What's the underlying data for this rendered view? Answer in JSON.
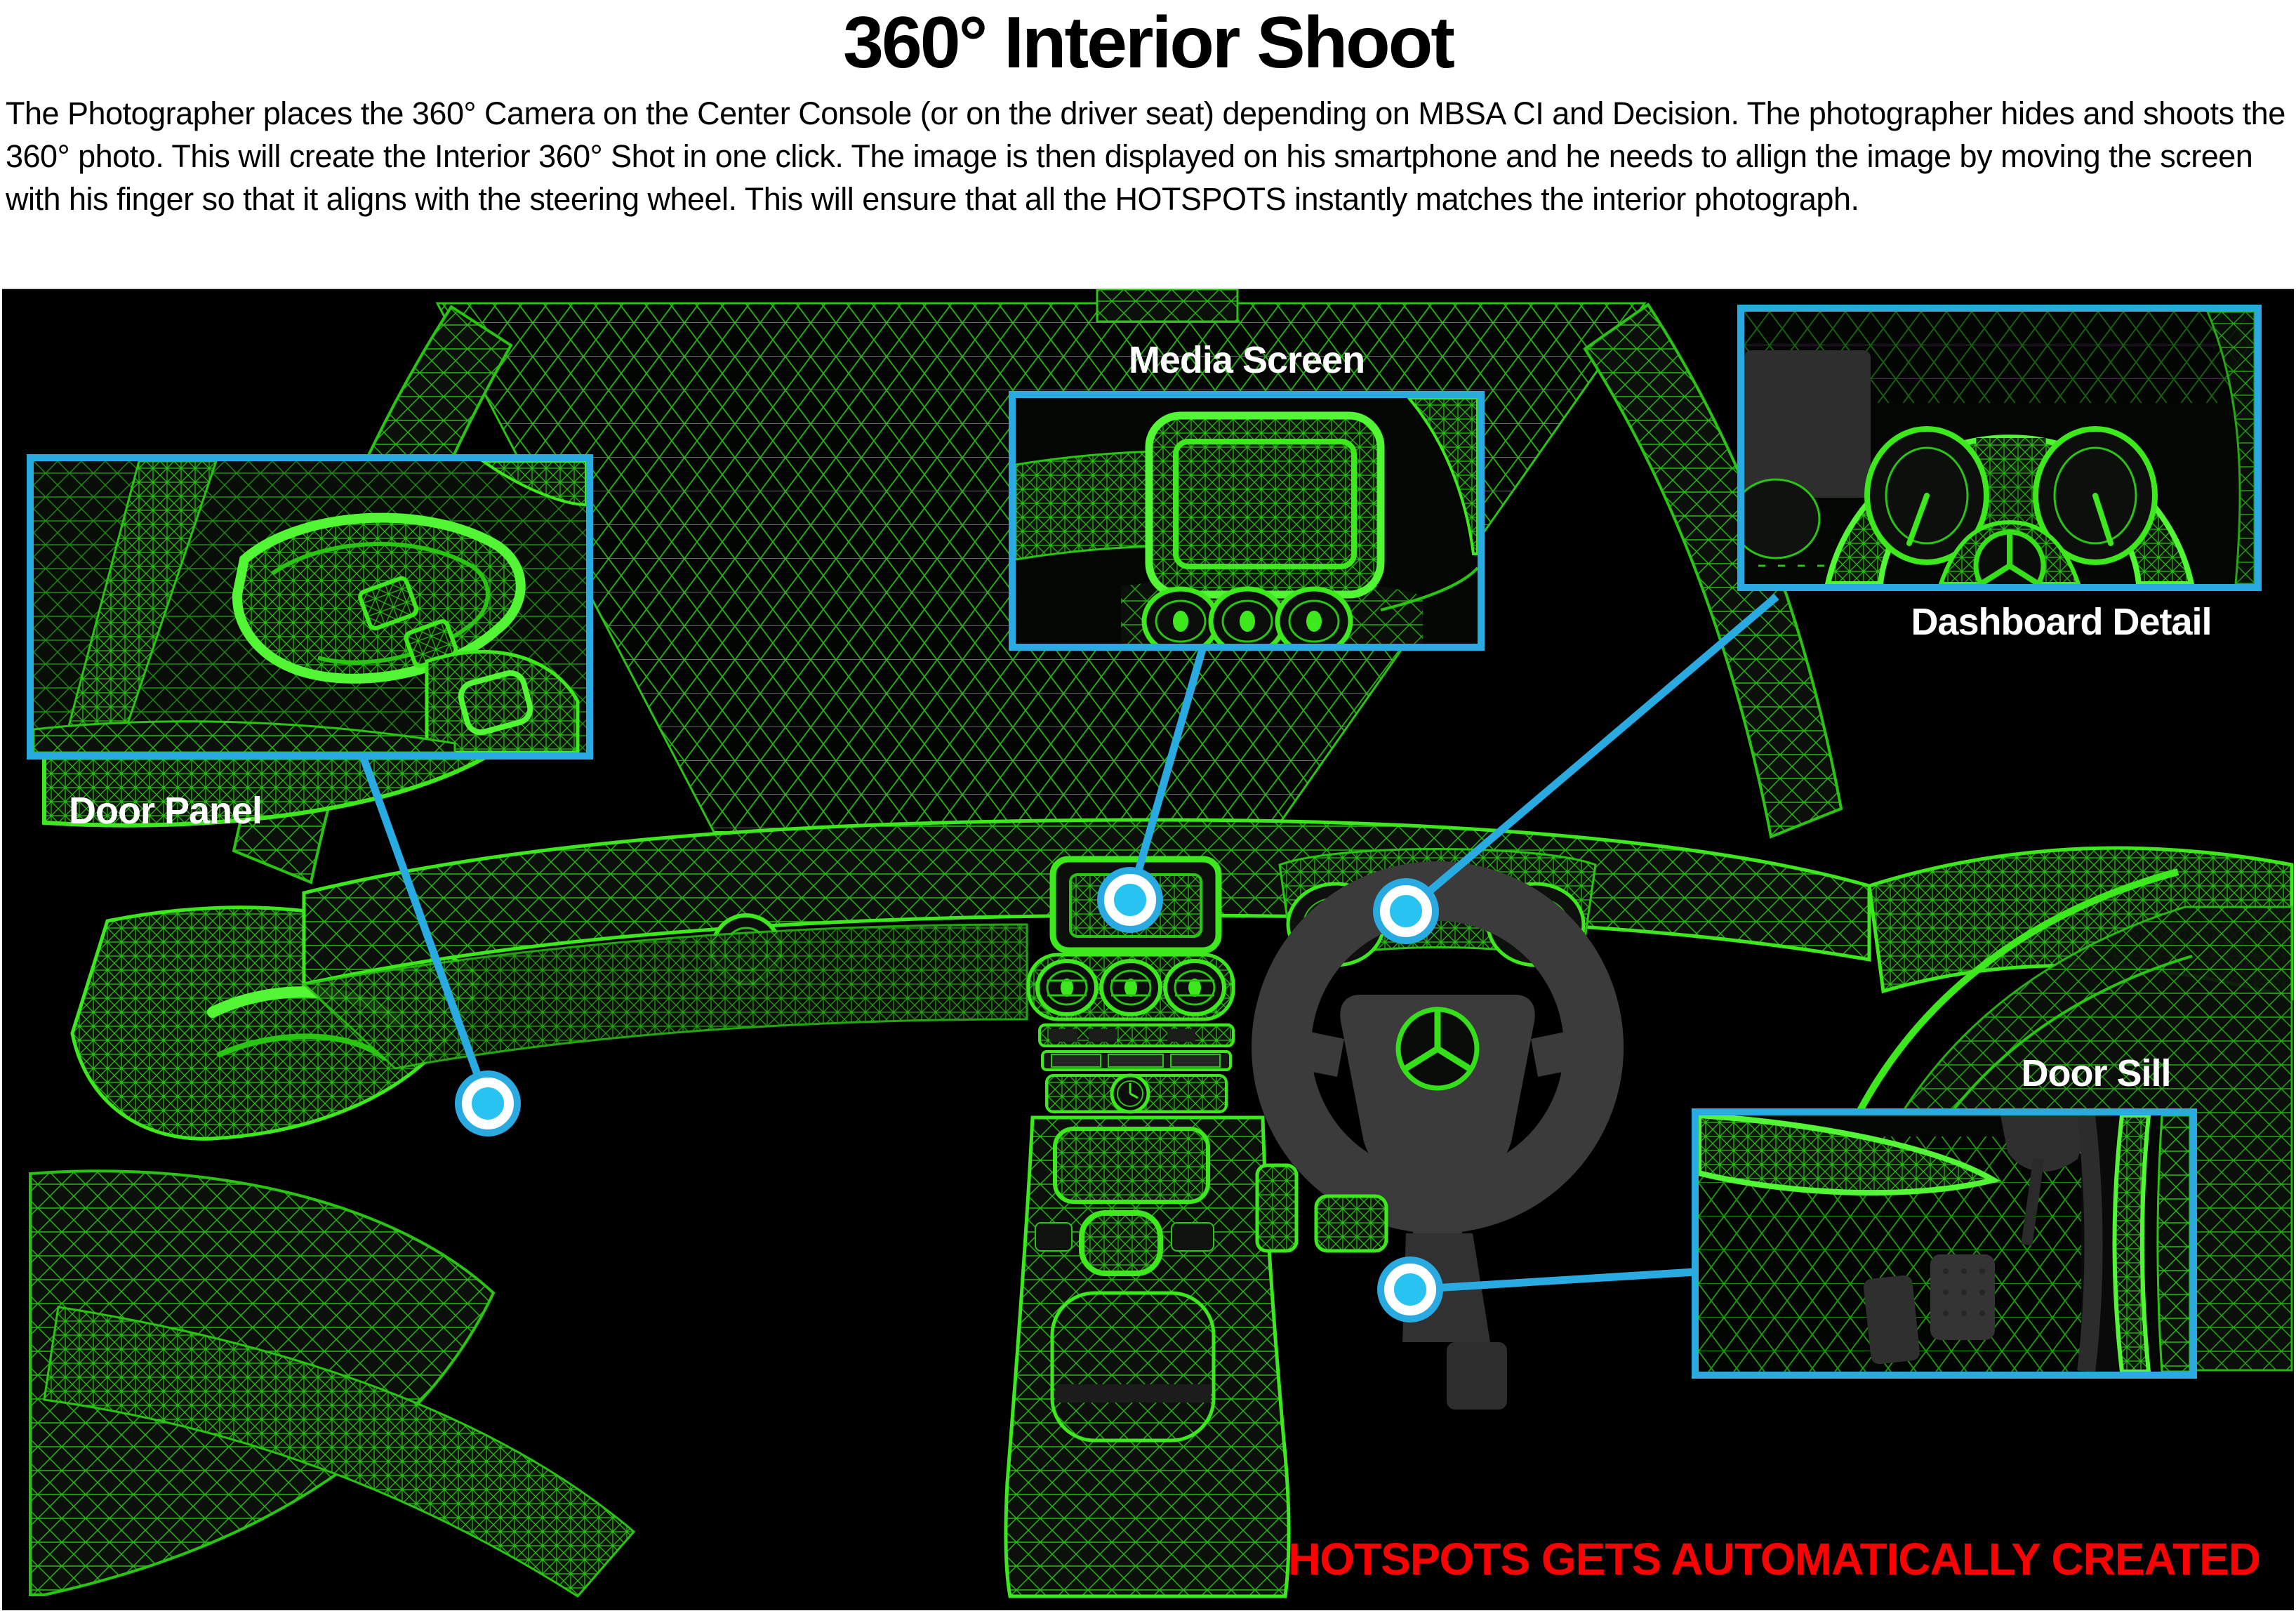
{
  "slide": {
    "title": "360° Interior Shoot",
    "description": "The Photographer places the 360° Camera on the Center Console (or on the driver seat) depending on MBSA CI and Decision. The photographer hides and shoots the 360° photo. This will create the Interior 360° Shot in one click. The image is then displayed on his smartphone and he needs to allign the image by moving the screen with his finger so that it aligns with the steering wheel. This will ensure that all the HOTSPOTS instantly matches the interior photograph."
  },
  "diagram": {
    "background": "#000000",
    "wireframe_green": "#3DE81D",
    "accent_cyan": "#29ABE2",
    "steering_wheel_gray": "#3B3B3B",
    "brand_icon": "mercedes-star",
    "callouts": [
      {
        "id": "media-screen",
        "label": "Media Screen"
      },
      {
        "id": "dashboard-detail",
        "label": "Dashboard Detail"
      },
      {
        "id": "door-panel",
        "label": "Door Panel"
      },
      {
        "id": "door-sill",
        "label": "Door Sill"
      }
    ],
    "hotspots": [
      {
        "id": "media-screen-hotspot",
        "target": "Media Screen"
      },
      {
        "id": "dashboard-hotspot",
        "target": "Dashboard Detail"
      },
      {
        "id": "door-panel-hotspot",
        "target": "Door Panel"
      },
      {
        "id": "door-sill-hotspot",
        "target": "Door Sill"
      }
    ],
    "footer_note": {
      "text": "HOTSPOTS GETS AUTOMATICALLY CREATED",
      "color": "#FF0000"
    }
  }
}
